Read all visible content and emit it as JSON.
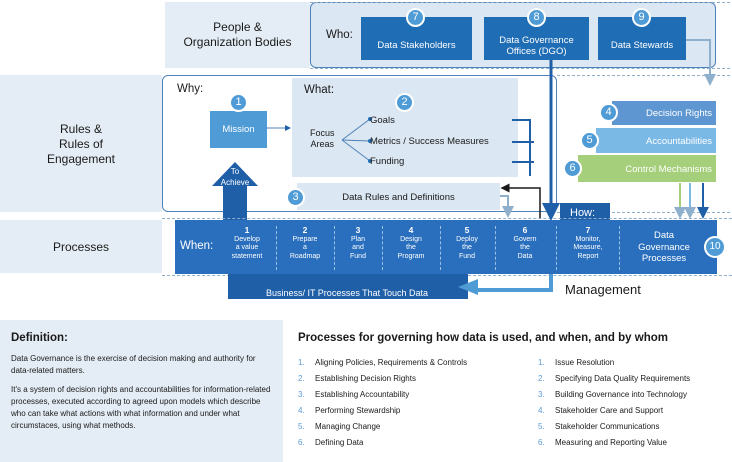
{
  "rows": {
    "people": "People &\nOrganization Bodies",
    "rules": "Rules &\nRules of\nEngagement",
    "processes": "Processes"
  },
  "who": {
    "label": "Who:",
    "boxes": [
      {
        "num": "7",
        "label": "Data  Stakeholders"
      },
      {
        "num": "8",
        "label": "Data Governance\nOffices (DGO)"
      },
      {
        "num": "9",
        "label": "Data Stewards"
      }
    ]
  },
  "why": {
    "label": "Why:",
    "num": "1",
    "mission": "Mission",
    "to_achieve": "To\nAchieve"
  },
  "what": {
    "label": "What:",
    "num": "2",
    "focus": "Focus\nAreas",
    "items": [
      "Goals",
      "Metrics / Success Measures",
      "Funding"
    ]
  },
  "rules_box": {
    "num": "3",
    "label": "Data Rules and Definitions"
  },
  "right_stack": [
    {
      "num": "4",
      "label": "Decision Rights",
      "color": "#5e96d2"
    },
    {
      "num": "5",
      "label": "Accountabilities",
      "color": "#7ab8e6"
    },
    {
      "num": "6",
      "label": "Control Mechanisms",
      "color": "#a5cf7a"
    }
  ],
  "how": {
    "label": "How:"
  },
  "when": {
    "label": "When:",
    "steps": [
      {
        "n": "1",
        "text": "Develop\na value\nstatement"
      },
      {
        "n": "2",
        "text": "Prepare\na\nRoadmap"
      },
      {
        "n": "3",
        "text": "Plan\nand\nFund"
      },
      {
        "n": "4",
        "text": "Design\nthe\nProgram"
      },
      {
        "n": "5",
        "text": "Deploy\nthe\nFund"
      },
      {
        "n": "6",
        "text": "Govern\nthe\nData"
      },
      {
        "n": "7",
        "text": "Monitor,\nMeasure,\nReport"
      }
    ],
    "end": {
      "num": "10",
      "label": "Data\nGovernance\nProcesses"
    }
  },
  "business": "Business/ IT Processes That Touch Data",
  "management": "Management",
  "definition": {
    "title": "Definition:",
    "p1": "Data Governance is the exercise of decision making and authority for data-related matters.",
    "p2": "It's a system of decision rights and accountabilities for information-related processes, executed according to agreed upon models which describe who can take what actions with what information and under what circumstaces, using what methods."
  },
  "processes_panel": {
    "title": "Processes for governing how data is used, and when, and by whom",
    "left": [
      "Aligning Policies, Requirements & Controls",
      "Establishing Decision Rights",
      "Establishing Accountability",
      "Performing Stewardship",
      "Managing Change",
      "Defining Data"
    ],
    "right": [
      "Issue Resolution",
      "Specifying Data Quality Requirements",
      "Building Governance into Technology",
      "Stakeholder Care and Support",
      "Stakeholder Communications",
      "Measuring and Reporting Value"
    ]
  }
}
